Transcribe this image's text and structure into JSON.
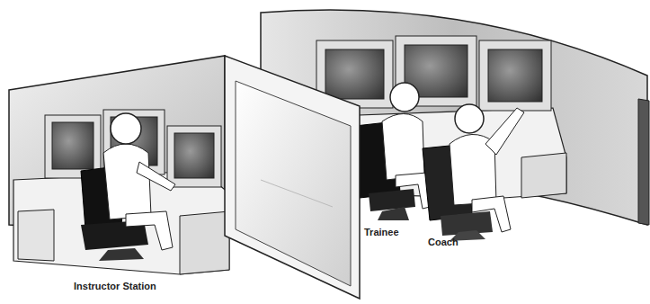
{
  "diagram": {
    "labels": [
      "Instructor Station",
      "Trainee",
      "Coach"
    ]
  }
}
